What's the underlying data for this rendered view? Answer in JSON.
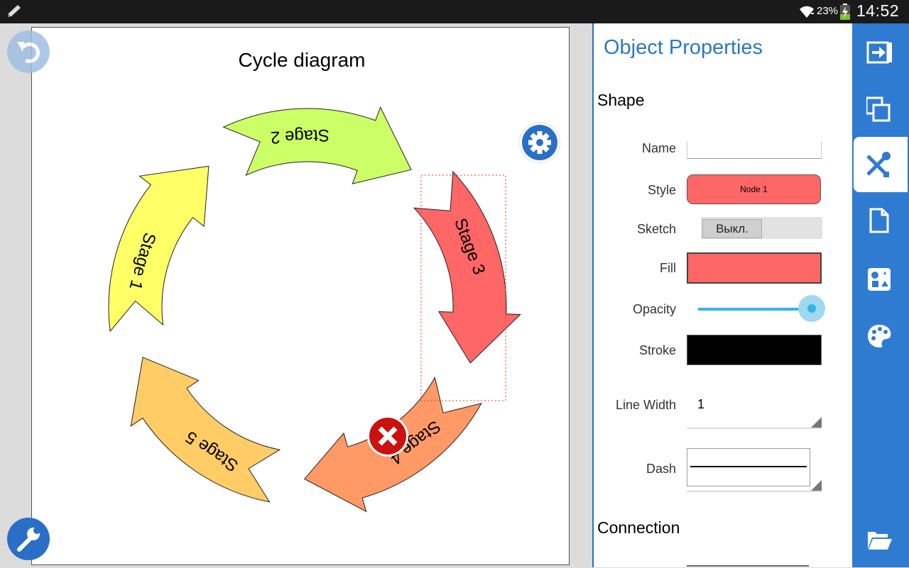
{
  "status_bar": {
    "battery_percent": "23%",
    "time": "14:52"
  },
  "canvas": {
    "diagram_title": "Cycle diagram",
    "stages": [
      {
        "label": "Stage 1",
        "color": "#ffff66"
      },
      {
        "label": "Stage 2",
        "color": "#ccff66"
      },
      {
        "label": "Stage 3",
        "color": "#ff6666"
      },
      {
        "label": "Stage 4",
        "color": "#ff9966"
      },
      {
        "label": "Stage 5",
        "color": "#ffcc66"
      }
    ],
    "selected_stage": "Stage 3"
  },
  "panel": {
    "title": "Object Properties",
    "shape_section": "Shape",
    "connection_section": "Connection",
    "labels": {
      "name": "Name",
      "style": "Style",
      "sketch": "Sketch",
      "fill": "Fill",
      "opacity": "Opacity",
      "stroke": "Stroke",
      "line_width": "Line Width",
      "dash": "Dash"
    },
    "values": {
      "name": "",
      "style": "Node 1",
      "sketch": "Выкл.",
      "fill_color": "#ff6666",
      "opacity": 1.0,
      "stroke_color": "#000000",
      "line_width": "1",
      "dash": "solid"
    }
  },
  "toolbar": {
    "items": [
      "exit-icon",
      "copy-icon",
      "tools-icon",
      "document-icon",
      "shapes-icon",
      "palette-icon",
      "folder-open-icon"
    ],
    "active": "tools-icon"
  },
  "colors": {
    "accent": "#2a6fc7",
    "toolbar_bg": "#2f7bd1",
    "panel_title": "#2a78c5"
  }
}
